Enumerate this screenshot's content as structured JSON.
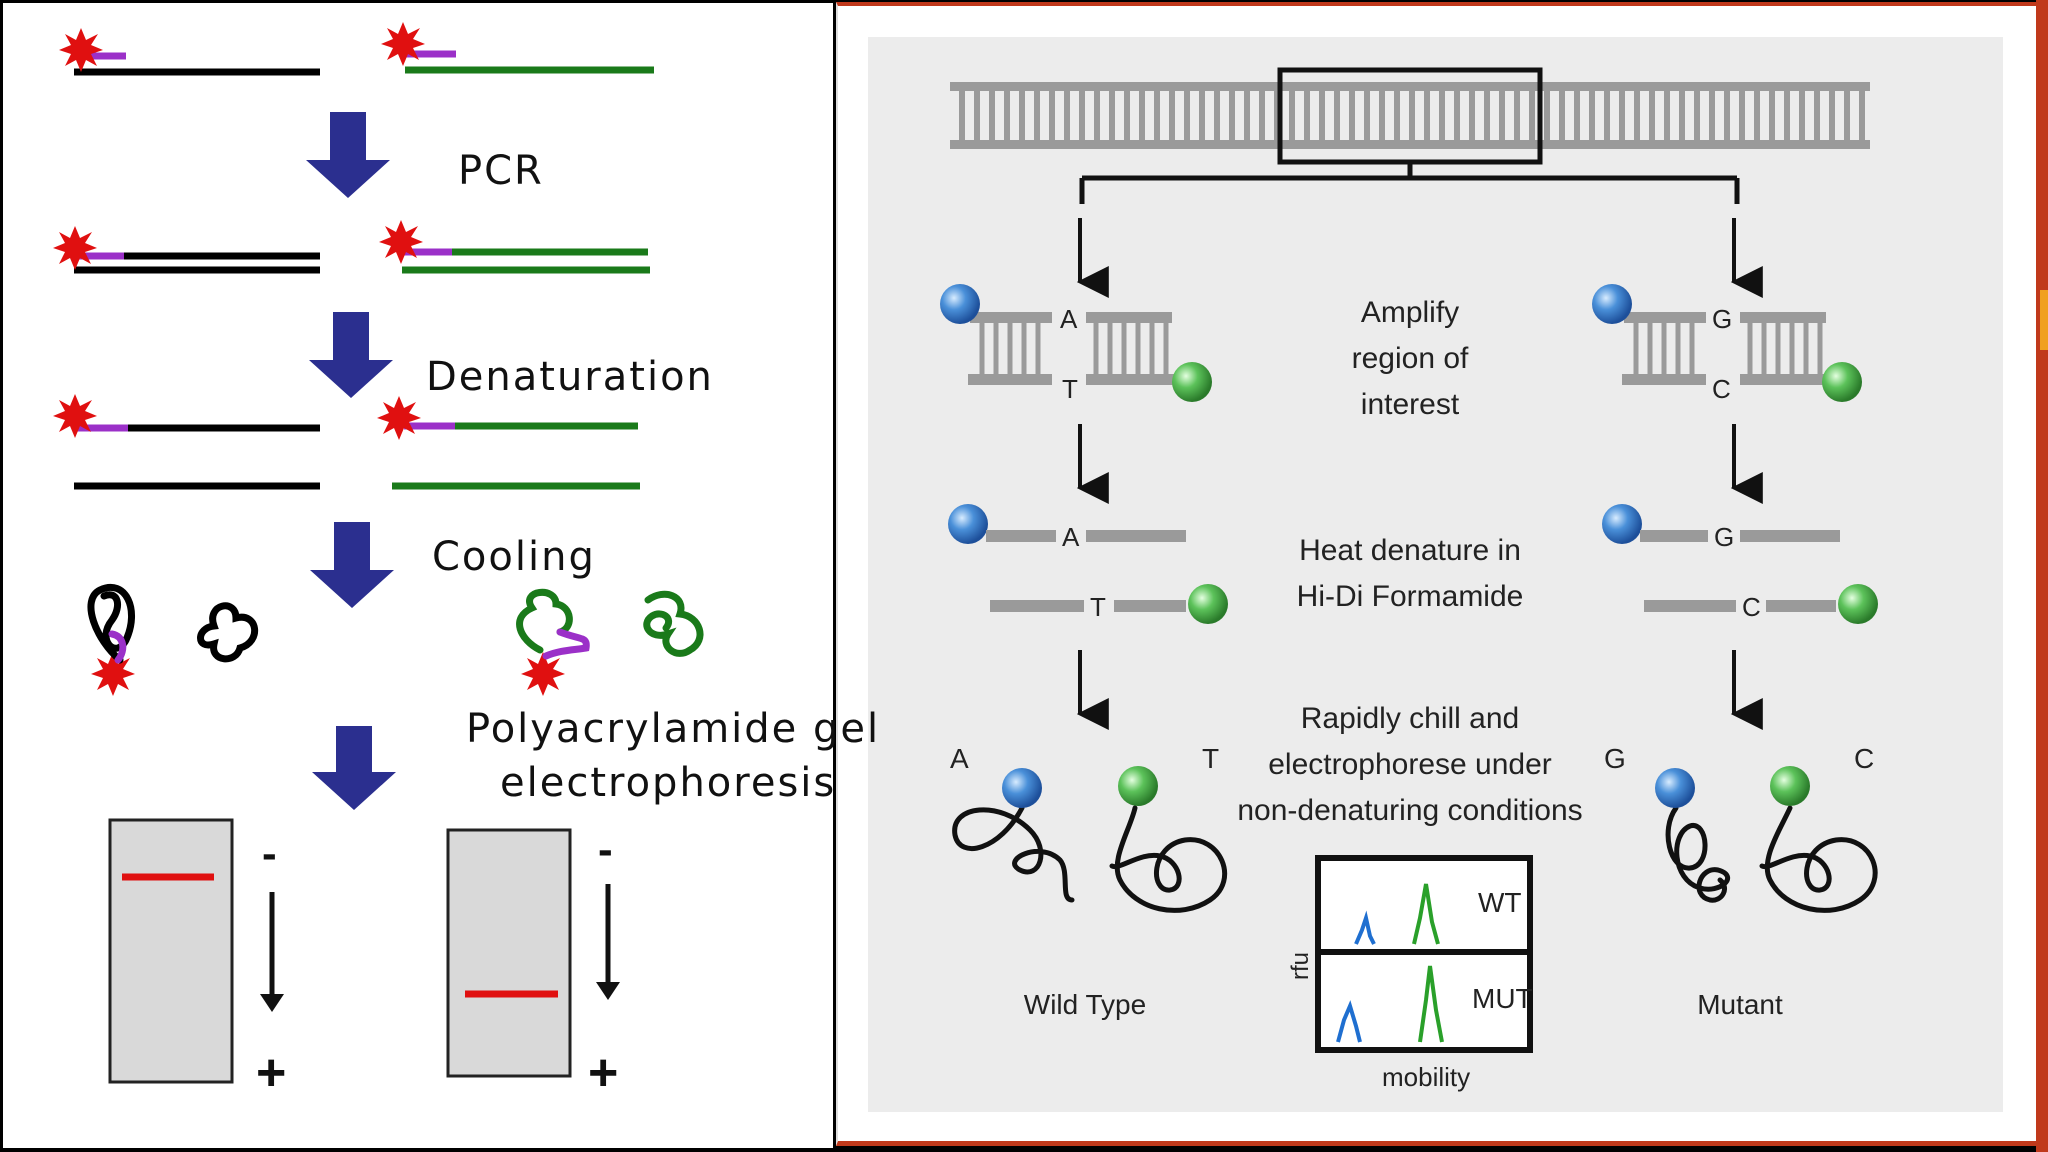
{
  "left": {
    "steps": [
      "PCR",
      "Denaturation",
      "Cooling"
    ],
    "gel_step": [
      "Polyacrylamide gel",
      "electrophoresis"
    ],
    "gel_signs": {
      "top": "-",
      "bottom": "+"
    }
  },
  "right": {
    "steps": {
      "amplify": [
        "Amplify",
        "region of",
        "interest"
      ],
      "denature": [
        "Heat denature in",
        "Hi-Di Formamide"
      ],
      "chill": [
        "Rapidly chill and",
        "electrophorese under",
        "non-denaturing conditions"
      ]
    },
    "wild_type": {
      "label": "Wild Type",
      "top_base": "A",
      "bottom_base": "T"
    },
    "mutant": {
      "label": "Mutant",
      "top_base": "G",
      "bottom_base": "C"
    },
    "inset": {
      "wt": "WT",
      "mut": "MUT",
      "ylabel": "rfu",
      "xlabel": "mobility"
    }
  },
  "colors": {
    "arrow_blue": "#2b2f8f",
    "primer_purple": "#9b30c8",
    "star_red": "#e01010",
    "strand_green": "#1a7a1a",
    "ds_gray": "#9a9a9a"
  }
}
